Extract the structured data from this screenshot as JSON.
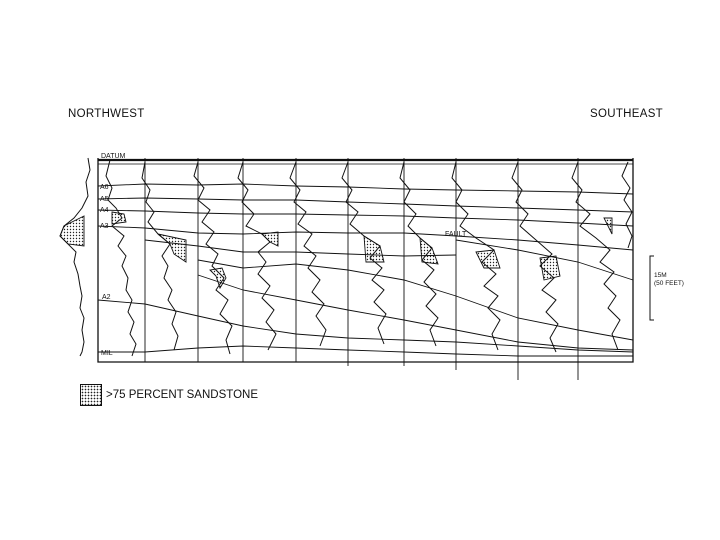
{
  "labels": {
    "northwest": "NORTHWEST",
    "southeast": "SOUTHEAST"
  },
  "markers": {
    "datum": "DATUM",
    "a6": "A6",
    "a5": "A5",
    "a4": "A4",
    "a3": "A3",
    "a2": "A2",
    "mil": "MIL",
    "fault": "FAULT"
  },
  "scale": {
    "metric": "15M",
    "imperial": "(50 FEET)"
  },
  "legend": {
    "text": ">75 PERCENT SANDSTONE"
  },
  "colors": {
    "ink": "#111111",
    "background": "#ffffff"
  }
}
